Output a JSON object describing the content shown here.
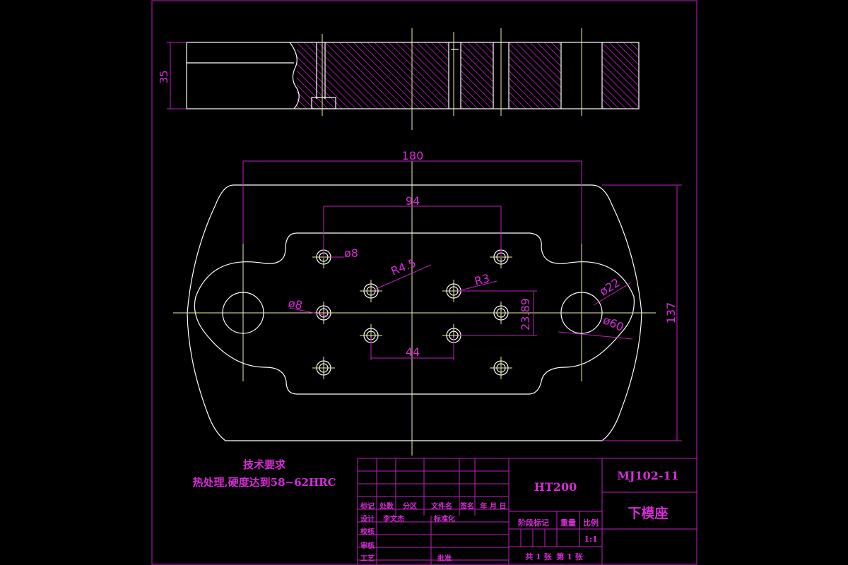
{
  "dimensions": {
    "side_height": "35",
    "overall_length": "180",
    "hole_spacing": "94",
    "guide_radius": "R4.5",
    "small_radius": "R3",
    "small_hole_dia_top": "ø8",
    "small_hole_dia_mid": "ø8",
    "bore_dia": "ø22",
    "counterbore_dia": "ø60",
    "vertical_offset": "23.89",
    "inner_spacing": "44",
    "overall_width": "137"
  },
  "tech_requirements": {
    "title": "技术要求",
    "text": "热处理,硬度达到58~62HRC"
  },
  "title_block": {
    "material": "HT200",
    "drawing_number": "MJ102-11",
    "part_name": "下模座",
    "headers": [
      "标记",
      "处数",
      "分区",
      "文件名",
      "签名",
      "年 月 日"
    ],
    "design_label": "设计",
    "designer": "李文杰",
    "standardization_label": "标准化",
    "check_label": "校核",
    "review_label": "审核",
    "process_label": "工艺",
    "approve_label": "批准",
    "stage_label": "阶段标记",
    "weight_label": "重量",
    "scale_label": "比例",
    "scale_value": "1:1",
    "sheets_total": "共 1 张",
    "sheet_number": "第 1 张"
  },
  "colors": {
    "background": "#000000",
    "border": "#c020c0",
    "outline": "#ffffff",
    "centerline": "#f0f0a0",
    "annotation": "#d72cd7"
  }
}
